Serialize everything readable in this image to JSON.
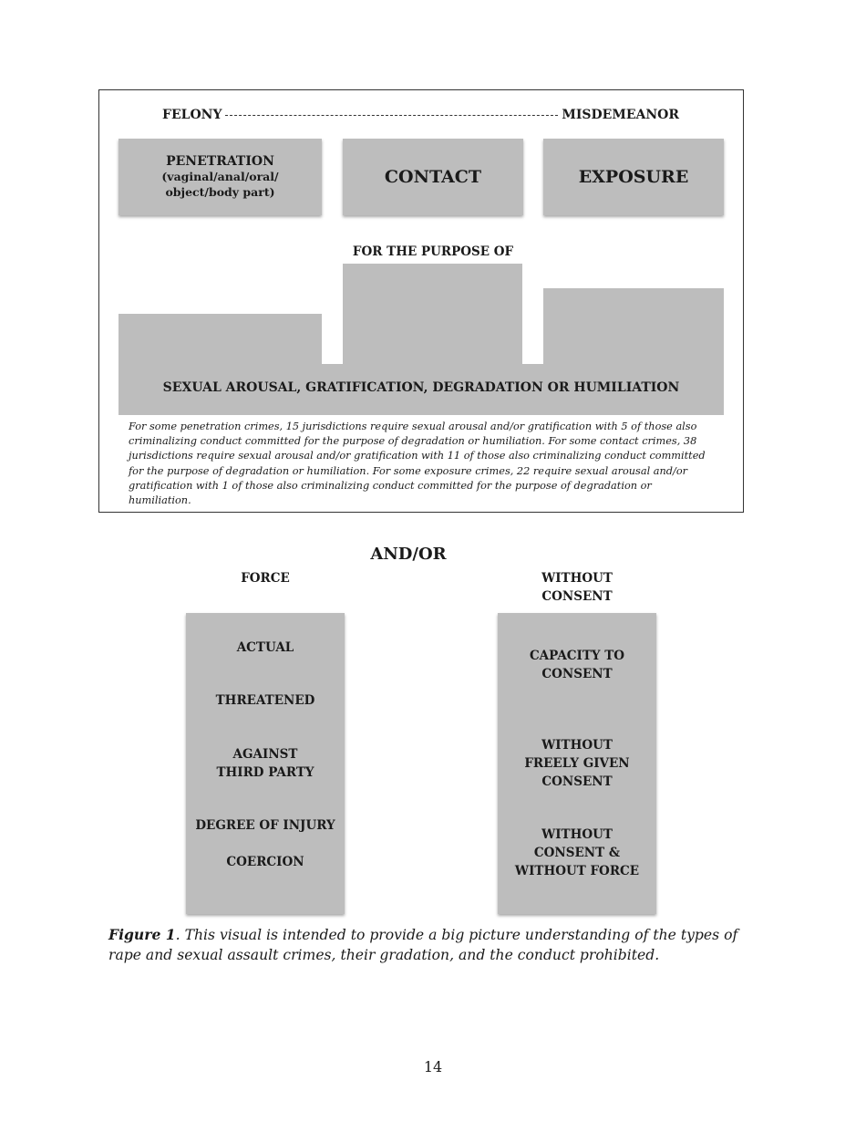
{
  "scale": {
    "left": "FELONY",
    "right": "MISDEMEANOR"
  },
  "categories": {
    "penetration": {
      "title": "PENETRATION",
      "subtitle": "(vaginal/anal/oral/ object/body part)"
    },
    "contact": {
      "title": "CONTACT"
    },
    "exposure": {
      "title": "EXPOSURE"
    }
  },
  "purpose": {
    "heading": "FOR THE PURPOSE OF",
    "label": "SEXUAL AROUSAL, GRATIFICATION, DEGRADATION OR HUMILIATION"
  },
  "note": "For some penetration crimes, 15 jurisdictions require sexual arousal and/or gratification with 5 of those also criminalizing conduct committed for the purpose of degradation or humiliation. For some contact crimes, 38 jurisdictions require sexual arousal and/or gratification with 11 of those also criminalizing conduct committed for the purpose of degradation or humiliation. For some exposure crimes, 22 require sexual arousal and/or gratification with 1 of those also criminalizing conduct committed for the purpose of degradation or humiliation.",
  "connector": "AND/OR",
  "force": {
    "heading": "FORCE",
    "items": [
      "ACTUAL",
      "THREATENED",
      "AGAINST THIRD PARTY",
      "DEGREE OF INJURY",
      "COERCION"
    ]
  },
  "consent": {
    "heading": "WITHOUT CONSENT",
    "items": [
      "CAPACITY TO CONSENT",
      "WITHOUT FREELY GIVEN CONSENT",
      "WITHOUT CONSENT & WITHOUT FORCE"
    ]
  },
  "caption": {
    "lead": "Figure 1",
    "text": ". This visual is intended to provide a big picture understanding of the types of rape and sexual assault crimes, their gradation, and the conduct prohibited."
  },
  "page_number": "14",
  "colors": {
    "box_fill": "#bdbdbd",
    "frame": "#333333"
  }
}
